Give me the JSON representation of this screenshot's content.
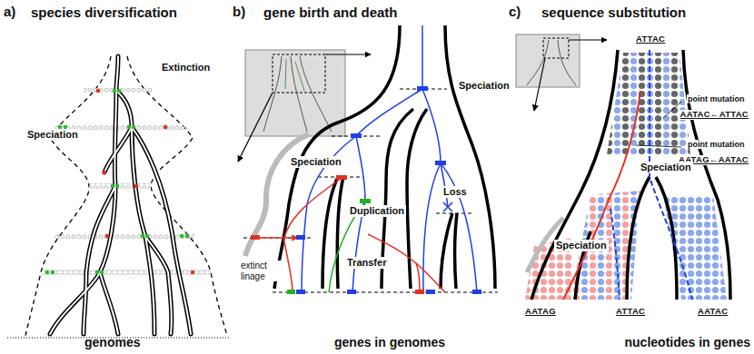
{
  "diagram": {
    "labels": [
      "a)",
      "species diversification",
      "Speciation",
      "Extinction",
      "genomes",
      "b)",
      "gene birth and death",
      "Speciation",
      "Speciation",
      "Duplication",
      "Transfer",
      "Loss",
      "extinct linage",
      "genes in genomes",
      "c)",
      "sequence substitution",
      "ATTAC",
      "point mutation",
      "AATAC←ATTAC",
      "point mutation",
      "AATAG←AATAC",
      "Speciation",
      "Speciation",
      "AATAG",
      "ATTAC",
      "AATAC",
      "nucleotides in genes"
    ]
  }
}
